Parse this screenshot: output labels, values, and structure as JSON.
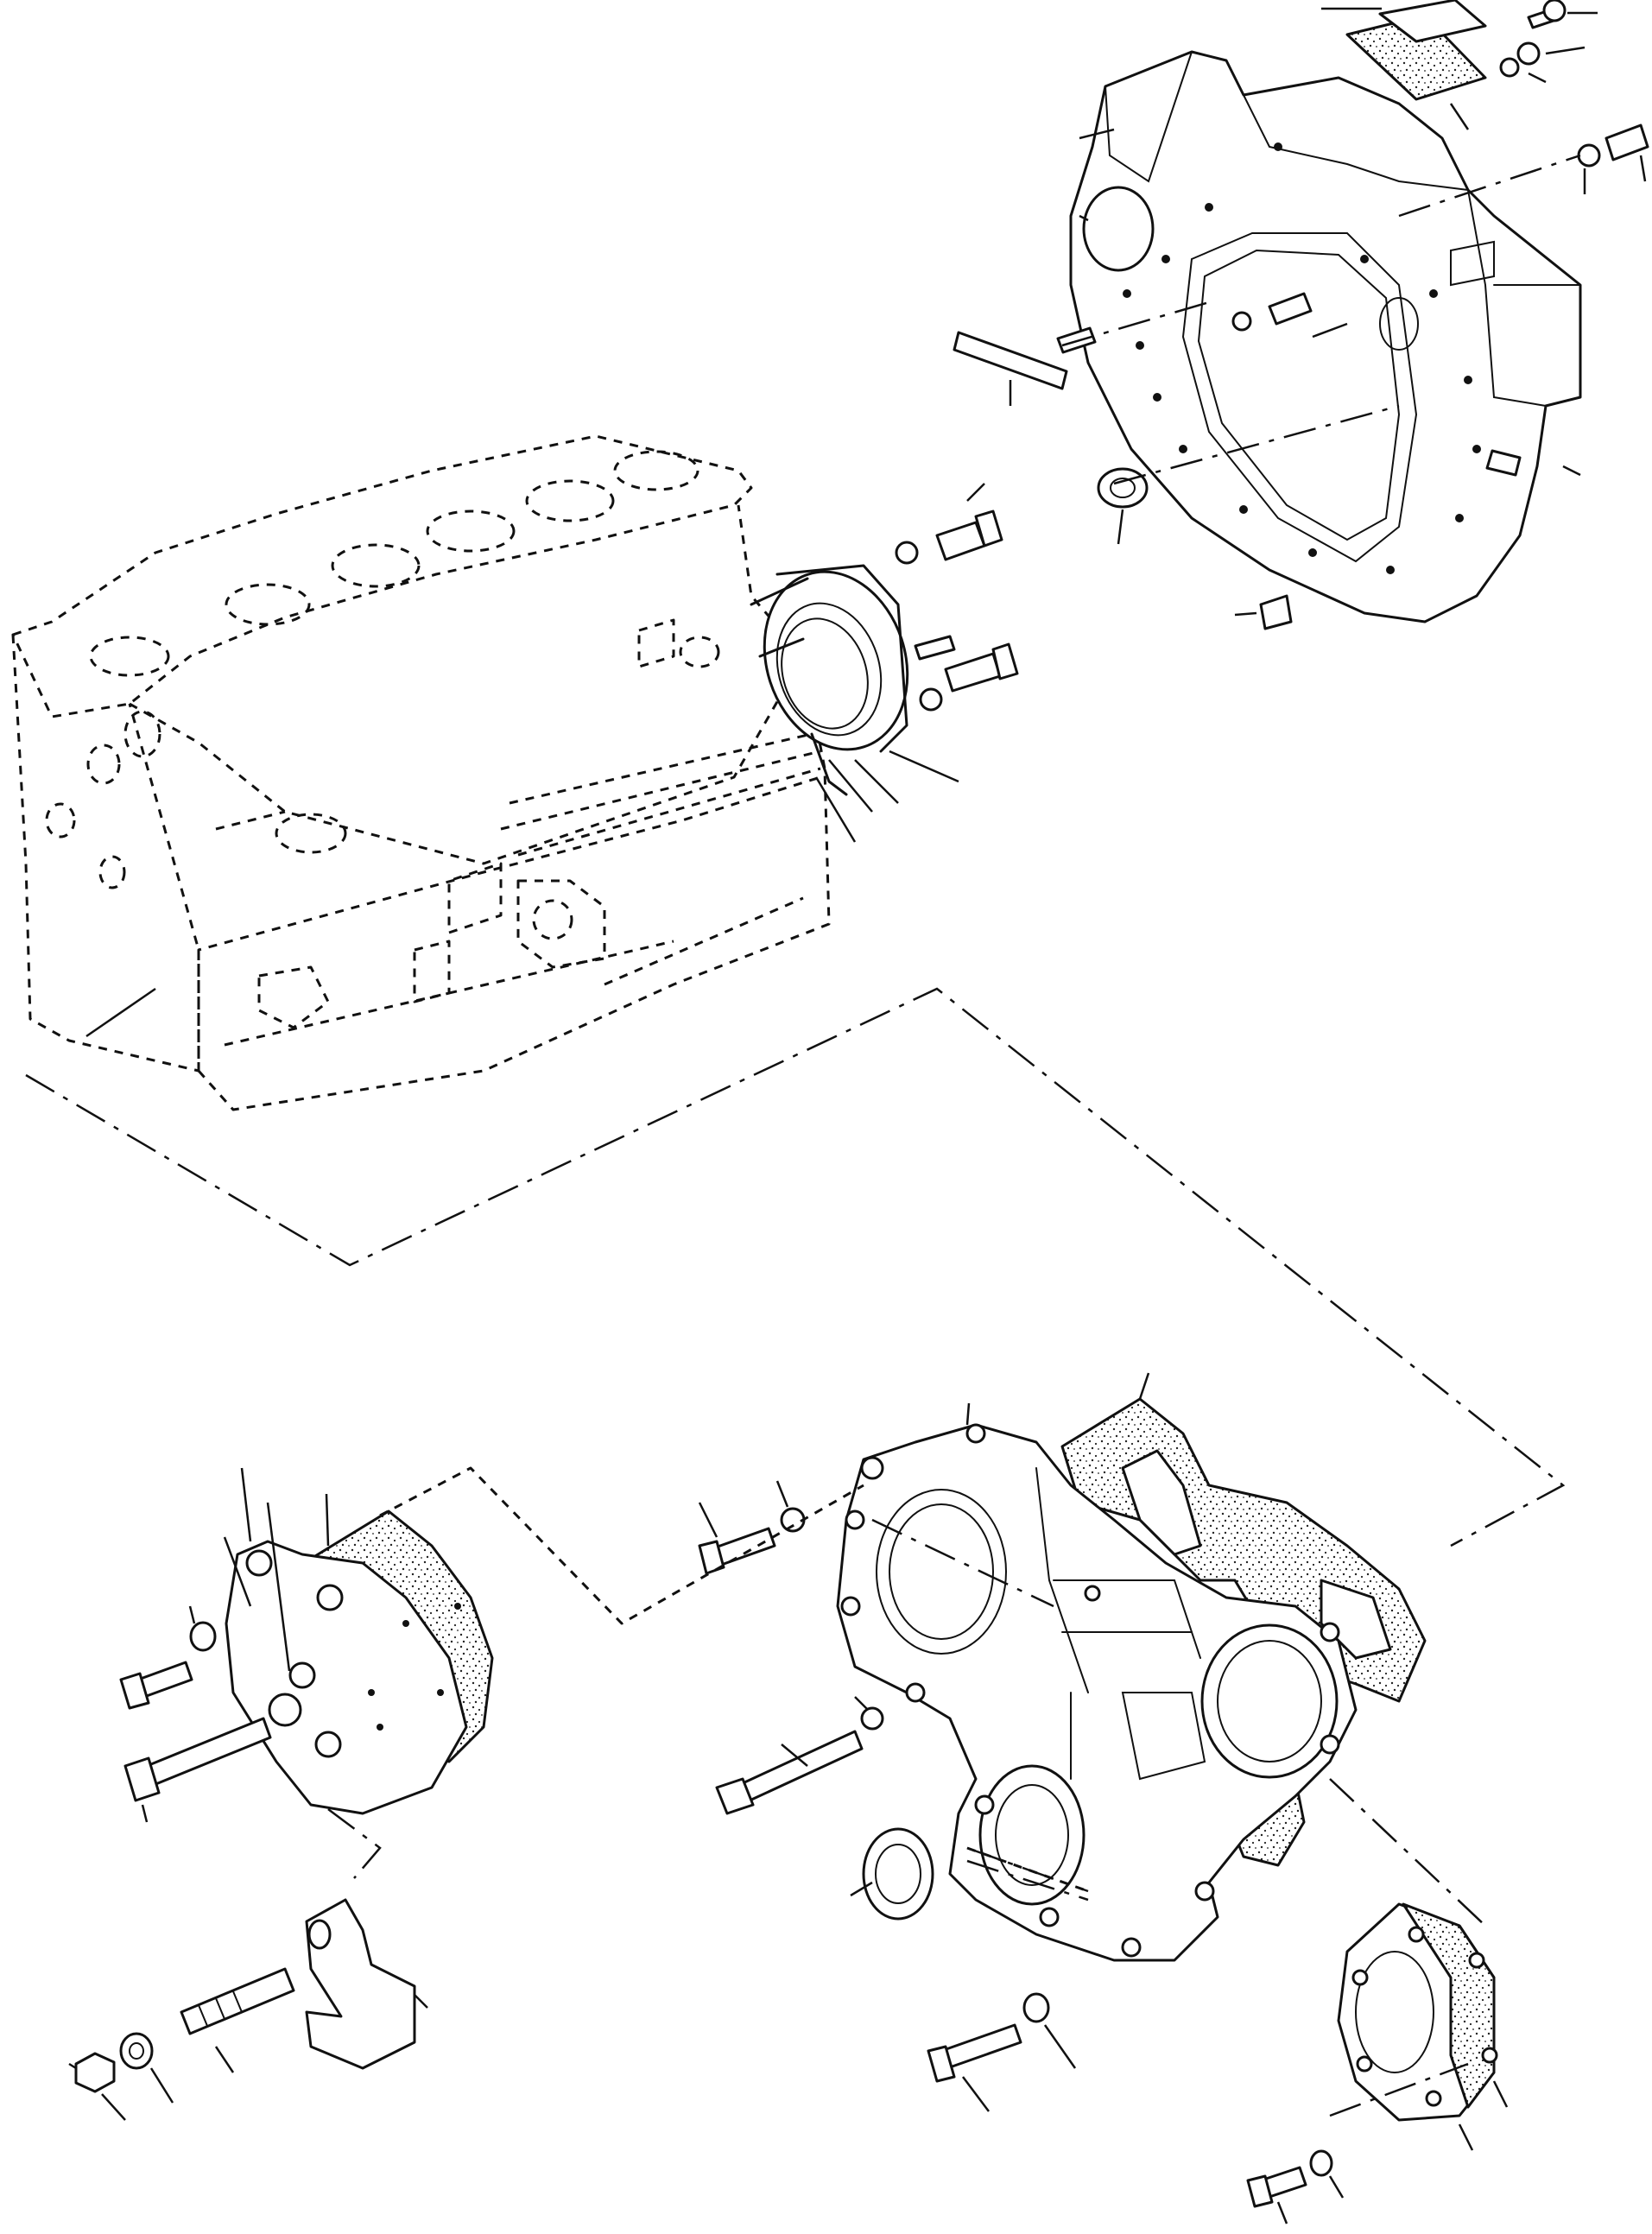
{
  "figure": {
    "kind": "exploded parts diagram",
    "colors": {
      "line": "#111111",
      "background": "#ffffff"
    },
    "parts": [
      {
        "id": "cylinder-block",
        "icon": "engine-block-icon"
      },
      {
        "id": "flywheel-housing",
        "icon": "flywheel-housing-icon"
      },
      {
        "id": "flywheel-housing-cover-plate",
        "icon": "cover-plate-icon"
      },
      {
        "id": "crankshaft-rear-seal-carrier",
        "icon": "seal-carrier-icon"
      },
      {
        "id": "timing-gear-housing",
        "icon": "timing-housing-icon"
      },
      {
        "id": "timing-housing-gasket",
        "icon": "gasket-icon"
      },
      {
        "id": "timing-cover-plate",
        "icon": "cover-plate-icon"
      },
      {
        "id": "front-oil-seal",
        "icon": "oil-seal-icon"
      },
      {
        "id": "pump-drive-cover",
        "icon": "cover-icon"
      },
      {
        "id": "lifting-bracket",
        "icon": "bracket-icon"
      },
      {
        "id": "hex-bolts",
        "icon": "bolt-icon"
      },
      {
        "id": "washers",
        "icon": "washer-icon"
      },
      {
        "id": "stud-and-nut",
        "icon": "stud-icon"
      },
      {
        "id": "dowel-pins",
        "icon": "dowel-icon"
      },
      {
        "id": "plugs",
        "icon": "plug-icon"
      }
    ]
  }
}
